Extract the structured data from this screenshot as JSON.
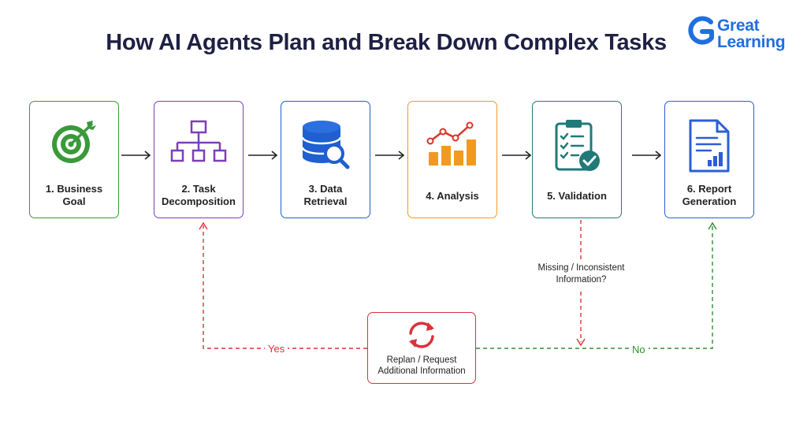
{
  "title": "How AI Agents Plan and Break Down Complex Tasks",
  "logo": {
    "line1": "Great",
    "line2": "Learning",
    "icon": "great-learning-g-logo",
    "color": "#1f6fe0"
  },
  "steps": [
    {
      "label": "1. Business\nGoal",
      "icon": "target-icon",
      "color": "#3a9a3a"
    },
    {
      "label": "2. Task\nDecomposition",
      "icon": "hierarchy-icon",
      "color": "#7b3fb8"
    },
    {
      "label": "3. Data\nRetrieval",
      "icon": "database-search-icon",
      "color": "#1f5fd0"
    },
    {
      "label": "4. Analysis",
      "icon": "bar-chart-trend-icon",
      "color": "#f29a1f"
    },
    {
      "label": "5. Validation",
      "icon": "clipboard-check-icon",
      "color": "#1f7a78"
    },
    {
      "label": "6. Report\nGeneration",
      "icon": "report-document-icon",
      "color": "#2a5fd6"
    }
  ],
  "decision": {
    "question": "Missing / Inconsistent\nInformation?"
  },
  "replan": {
    "label": "Replan / Request\nAdditional Information",
    "icon": "refresh-cycle-icon",
    "color": "#d9323a"
  },
  "branches": {
    "yes": "Yes",
    "no": "No",
    "yes_color": "#d9323a",
    "no_color": "#2f8f2f"
  }
}
